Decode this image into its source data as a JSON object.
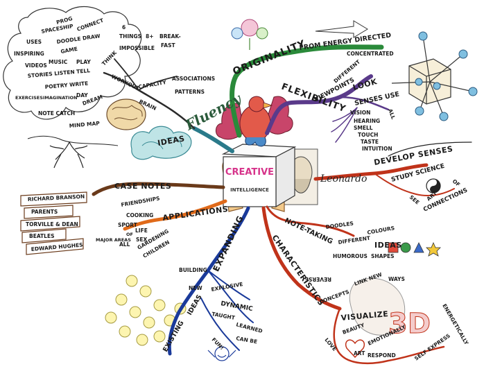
{
  "center": {
    "title": "CREATIVE",
    "subtitle": "INTELLIGENCE"
  },
  "branches": {
    "originality": "ORIGINALITY",
    "from_energy_directed": "FROM ENERGY DIRECTED",
    "concentrated": "CONCENTRATED",
    "flexibility": "FLEXIBILITY",
    "viewpoints": "VIEWPOINTS",
    "different": "DIFFERENT",
    "look": "LOOK",
    "senses_use": "SENSES USE",
    "all": "ALL",
    "senses_list": [
      "VISION",
      "HEARING",
      "SMELL",
      "TOUCH",
      "TASTE",
      "INTUITION"
    ],
    "fluency": "Fluency",
    "ideas": "IDEAS",
    "brain": "BRAIN",
    "capacity": "CAPACITY",
    "associations": "ASSOCIATIONS",
    "patterns": "PATTERNS",
    "workout": "WORKOUT",
    "think": "THINK",
    "six": "6",
    "things": "THINGS",
    "eight": "8+",
    "break": "BREAK-",
    "fast": "FAST",
    "impossible": "IMPOSSIBLE",
    "prog": "PROG",
    "connect": "CONNECT",
    "spaceship": "SPACESHIP",
    "uses": "USES",
    "doodle_draw": "DOODLE DRAW",
    "inspiring": "INSPIRING",
    "game": "GAME",
    "music": "MUSIC",
    "play": "PLAY",
    "videos": "VIDEOS",
    "stories_listen_tell": "STORIES LISTEN TELL",
    "poetry_write": "POETRY WRITE",
    "exercises": "EXERCISES",
    "imagination": "IMAGINATION",
    "day": "DAY",
    "dream": "DREAM",
    "note_catch": "NOTE CATCH",
    "mind_map": "MIND MAP",
    "leonardo": "Leonardo",
    "develop_senses": "DEVELOP SENSES",
    "study_science": "STUDY SCIENCE",
    "of": "OF",
    "art": "ART",
    "see": "SEE",
    "connections": "CONNECTIONS",
    "case_notes": "CASE NOTES",
    "case_names": [
      "RICHARD BRANSON",
      "PARENTS",
      "TORVILLE & DEAN",
      "BEATLES",
      "EDWARD HUGHES"
    ],
    "applications": "APPLICATIONS",
    "friendships": "FRIENDSHIPS",
    "cooking": "COOKING",
    "sport": "SPORT",
    "major_areas": "MAJOR AREAS",
    "of_small": "OF",
    "life": "LIFE",
    "all_small": "ALL",
    "sex": "SEX",
    "gardening": "GARDENING",
    "children": "CHILDREN",
    "note_taking": "NOTE-TAKING",
    "doodles": "DOODLES",
    "colours": "COLOURS",
    "different2": "DIFFERENT",
    "ideas2": "IDEAS",
    "shapes": "SHAPES",
    "humorous": "HUMOROUS",
    "characteristics": "CHARACTERISTICS",
    "reverse": "REVERSE",
    "link_new": "LINK NEW",
    "ways": "WAYS",
    "concepts": "CONCEPTS",
    "visualize": "VISUALIZE",
    "three_d": "3D",
    "love": "LOVE",
    "beauty": "BEAUTY",
    "art2": "ART",
    "respond": "RESPOND",
    "emotionally": "EMOTIONALLY",
    "self_express": "SELF EXPRESS",
    "energetically": "ENERGETICALLY",
    "expanding": "EXPANDING",
    "building": "BUILDING",
    "new": "NEW",
    "existing": "EXISTING",
    "ideas3": "IDEAS",
    "explosive": "EXPLOSIVE",
    "dynamic": "DYNAMIC",
    "taught": "TAUGHT",
    "learned": "LEARNED",
    "can_be": "CAN BE",
    "fun": "FUN!"
  }
}
